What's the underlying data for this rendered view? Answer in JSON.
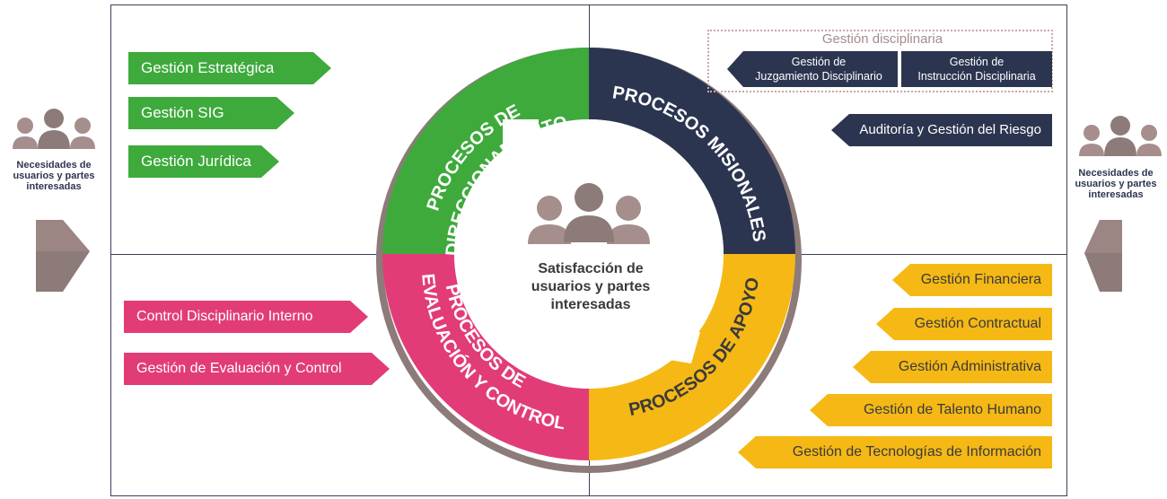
{
  "quadrants": {
    "direccionamiento": {
      "label": "PROCESOS DE DIRECCIONAMIENTO",
      "line1": "PROCESOS DE",
      "line2": "DIRECCIONAMIENTO",
      "color": "#3eaa3c",
      "items": [
        "Gestión Estratégica",
        "Gestión SIG",
        "Gestión Jurídica"
      ]
    },
    "misionales": {
      "label": "PROCESOS MISIONALES",
      "color": "#2c3550",
      "group_title": "Gestión disciplinaria",
      "group_items": [
        {
          "line1": "Gestión de",
          "line2": "Juzgamiento Disciplinario"
        },
        {
          "line1": "Gestión de",
          "line2": "Instrucción Disciplinaria"
        }
      ],
      "items": [
        "Auditoría y Gestión del Riesgo"
      ]
    },
    "evaluacion": {
      "label": "PROCESOS DE EVALUACIÓN Y CONTROL",
      "line1": "PROCESOS DE",
      "line2": "EVALUACIÓN Y CONTROL",
      "color": "#e23c78",
      "items": [
        "Control Disciplinario Interno",
        "Gestión de Evaluación y Control"
      ]
    },
    "apoyo": {
      "label": "PROCESOS DE APOYO",
      "color": "#f5b815",
      "items": [
        "Gestión Financiera",
        "Gestión Contractual",
        "Gestión  Administrativa",
        "Gestión de Talento Humano",
        "Gestión de Tecnologías de Información"
      ]
    }
  },
  "center": {
    "line1": "Satisfacción de",
    "line2": "usuarios y partes",
    "line3": "interesadas"
  },
  "left_side": {
    "line1": "Necesidades de",
    "line2": "usuarios y partes",
    "line3": "interesadas"
  },
  "right_side": {
    "line1": "Necesidades de",
    "line2": "usuarios y partes",
    "line3": "interesadas"
  },
  "colors": {
    "frame": "#3a4256",
    "people": "#a58e8c",
    "arrow": "#8c7b79"
  }
}
